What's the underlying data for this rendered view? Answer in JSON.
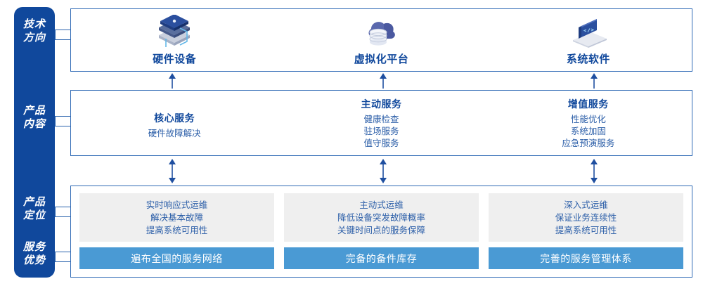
{
  "sidebar": {
    "labels": [
      {
        "id": "tech-direction",
        "line1": "技术",
        "line2": "方向"
      },
      {
        "id": "product-content",
        "line1": "产品",
        "line2": "内容"
      },
      {
        "id": "product-positioning",
        "line1": "产品",
        "line2": "定位"
      },
      {
        "id": "service-advantage",
        "line1": "服务",
        "line2": "优势"
      }
    ],
    "color": "#10489C"
  },
  "tech_direction": {
    "items": [
      {
        "icon": "server-stack-icon",
        "label": "硬件设备"
      },
      {
        "icon": "cloud-database-icon",
        "label": "虚拟化平台"
      },
      {
        "icon": "code-laptop-icon",
        "label": "系统软件"
      }
    ]
  },
  "product_content": {
    "columns": [
      {
        "title": "核心服务",
        "items": [
          "硬件故障解决"
        ]
      },
      {
        "title": "主动服务",
        "items": [
          "健康检查",
          "驻场服务",
          "值守服务"
        ]
      },
      {
        "title": "增值服务",
        "items": [
          "性能优化",
          "系统加固",
          "应急预演服务"
        ]
      }
    ]
  },
  "product_positioning": {
    "columns": [
      {
        "points": [
          "实时响应式运维",
          "解决基本故障",
          "提高系统可用性"
        ],
        "advantage": "遍布全国的服务网络"
      },
      {
        "points": [
          "主动式运维",
          "降低设备突发故障概率",
          "关键时间点的服务保障"
        ],
        "advantage": "完备的备件库存"
      },
      {
        "points": [
          "深入式运维",
          "保证业务连续性",
          "提高系统可用性"
        ],
        "advantage": "完善的服务管理体系"
      }
    ]
  },
  "theme": {
    "deep_blue": "#10489C",
    "border_blue": "#2f6ab5",
    "light_blue_bar": "#4A9AD4",
    "grey_box": "#efefef",
    "text_blue": "#2b5ea8"
  }
}
